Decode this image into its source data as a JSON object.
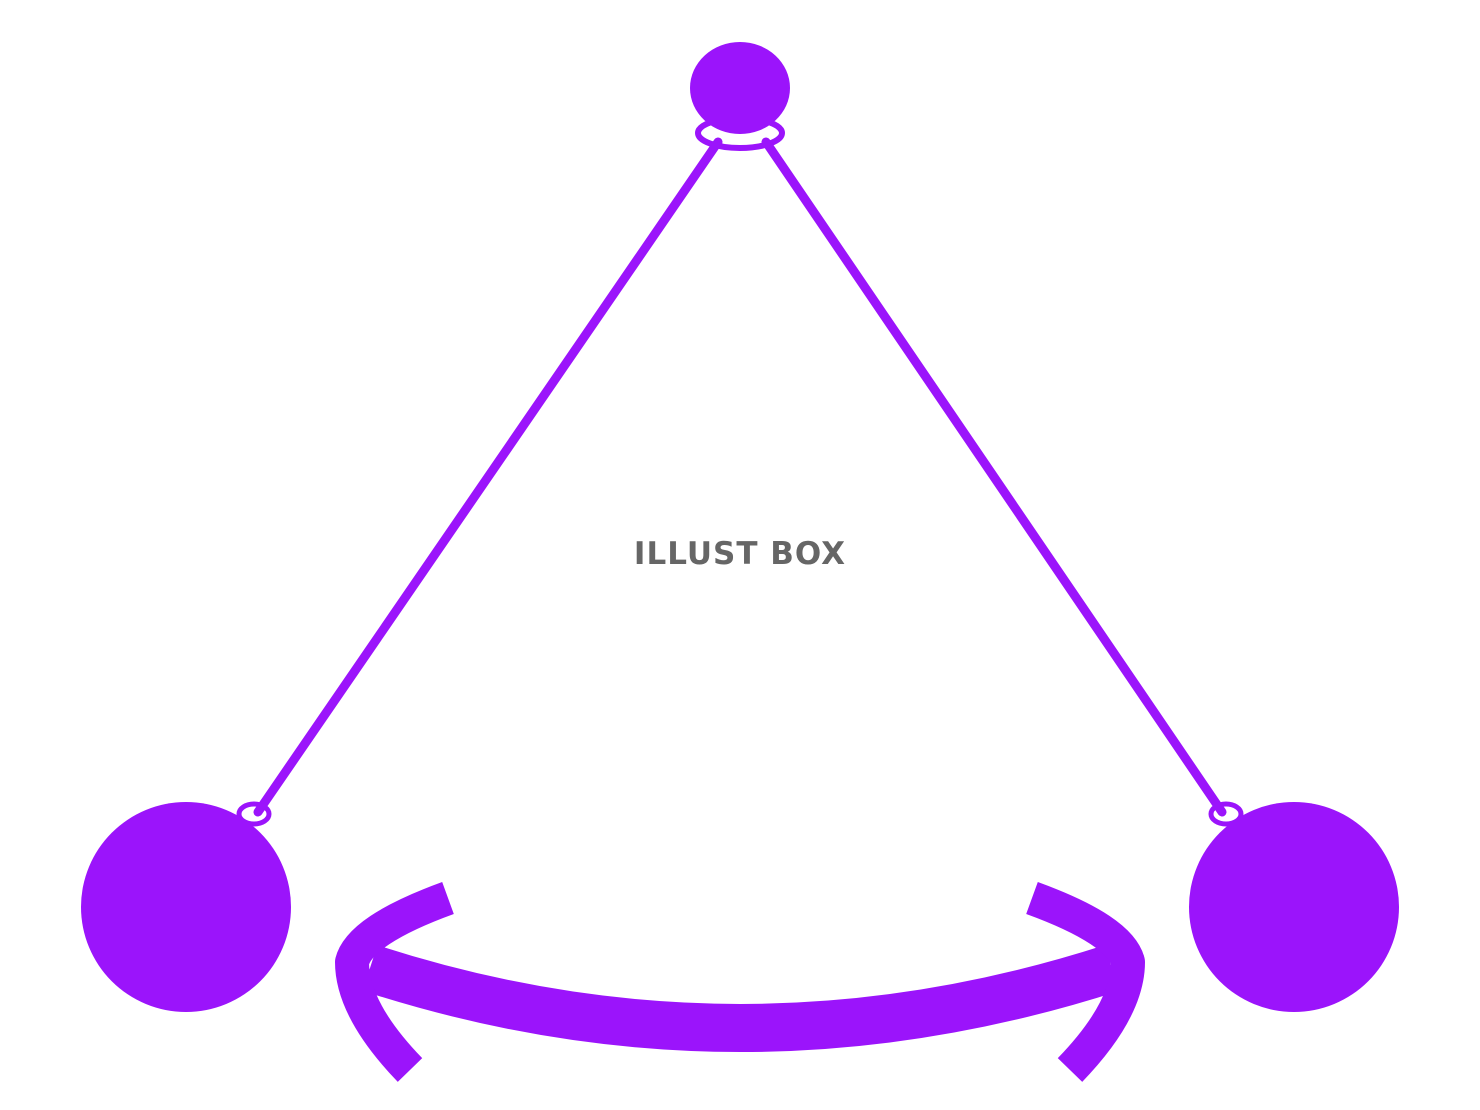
{
  "watermark": {
    "text": "ILLUST BOX"
  },
  "colors": {
    "pendulum": "#9B14FB",
    "background": "#FFFFFF",
    "watermark": "#666666"
  },
  "diagram": {
    "elements": [
      "pivot",
      "string-left",
      "string-right",
      "bob-left",
      "bob-right",
      "swing-arrow"
    ],
    "icon": "pendulum-swing-icon"
  }
}
